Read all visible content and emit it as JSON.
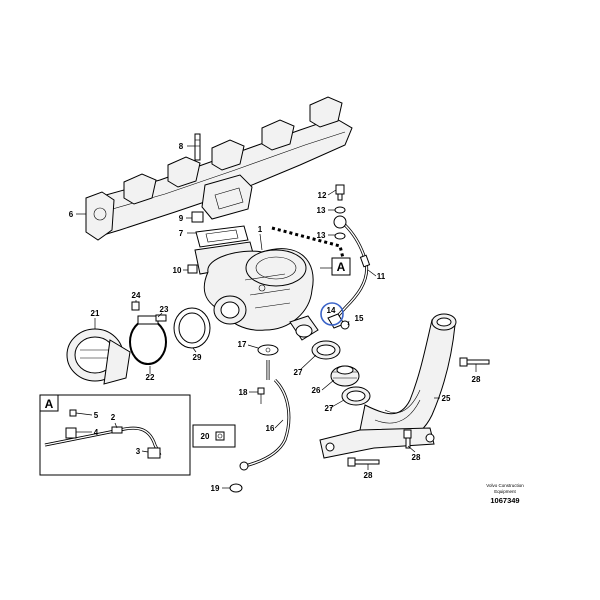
{
  "callouts": [
    {
      "id": "c1",
      "text": "1"
    },
    {
      "id": "c2",
      "text": "2"
    },
    {
      "id": "c3",
      "text": "3"
    },
    {
      "id": "c4",
      "text": "4"
    },
    {
      "id": "c5",
      "text": "5"
    },
    {
      "id": "c6",
      "text": "6"
    },
    {
      "id": "c7",
      "text": "7"
    },
    {
      "id": "c8",
      "text": "8"
    },
    {
      "id": "c9",
      "text": "9"
    },
    {
      "id": "c10",
      "text": "10"
    },
    {
      "id": "c11",
      "text": "11"
    },
    {
      "id": "c12",
      "text": "12"
    },
    {
      "id": "c13a",
      "text": "13"
    },
    {
      "id": "c13b",
      "text": "13"
    },
    {
      "id": "c14",
      "text": "14"
    },
    {
      "id": "c15",
      "text": "15"
    },
    {
      "id": "c16",
      "text": "16"
    },
    {
      "id": "c17",
      "text": "17"
    },
    {
      "id": "c18",
      "text": "18"
    },
    {
      "id": "c19",
      "text": "19"
    },
    {
      "id": "c20",
      "text": "20"
    },
    {
      "id": "c21",
      "text": "21"
    },
    {
      "id": "c22",
      "text": "22"
    },
    {
      "id": "c23",
      "text": "23"
    },
    {
      "id": "c24",
      "text": "24"
    },
    {
      "id": "c25",
      "text": "25"
    },
    {
      "id": "c26",
      "text": "26"
    },
    {
      "id": "c27a",
      "text": "27"
    },
    {
      "id": "c27b",
      "text": "27"
    },
    {
      "id": "c28a",
      "text": "28"
    },
    {
      "id": "c28b",
      "text": "28"
    },
    {
      "id": "c28c",
      "text": "28"
    },
    {
      "id": "c29",
      "text": "29"
    }
  ],
  "view_marker": {
    "text": "A"
  },
  "inset": {
    "title": "A"
  },
  "credit": {
    "line1": "Volvo Construction",
    "line2": "Equipment"
  },
  "drawing_number": "1067349",
  "highlight_color": "#3a63c8"
}
